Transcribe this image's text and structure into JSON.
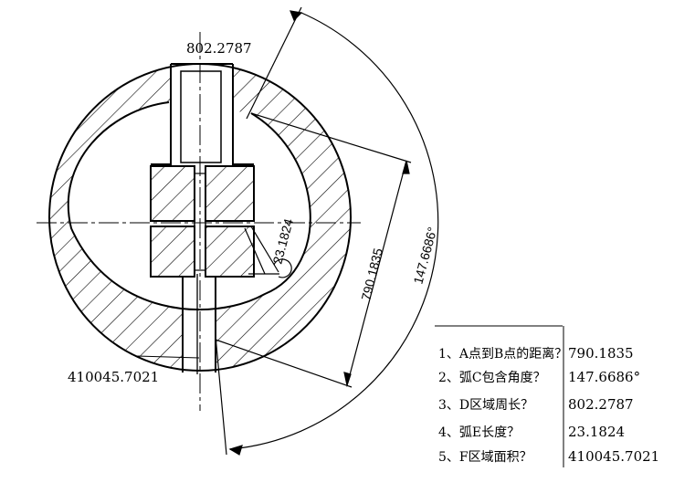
{
  "annotations": {
    "top_value": "802.2787",
    "left_value": "410045.7021",
    "arc_value": "23.1824",
    "distance_value": "790.1835",
    "angle_value": "147.6686°"
  },
  "qa_table": {
    "rows": [
      {
        "question": "1、A点到B点的距离？",
        "answer": "790.1835"
      },
      {
        "question": "2、弧C包含角度？",
        "answer": "147.6686°"
      },
      {
        "question": "3、D区域周长？",
        "answer": "802.2787"
      },
      {
        "question": "4、弧E长度？",
        "answer": "23.1824"
      },
      {
        "question": "5、F区域面积？",
        "answer": "410045.7021"
      }
    ]
  },
  "colors": {
    "line": "#000000",
    "background": "#ffffff"
  }
}
